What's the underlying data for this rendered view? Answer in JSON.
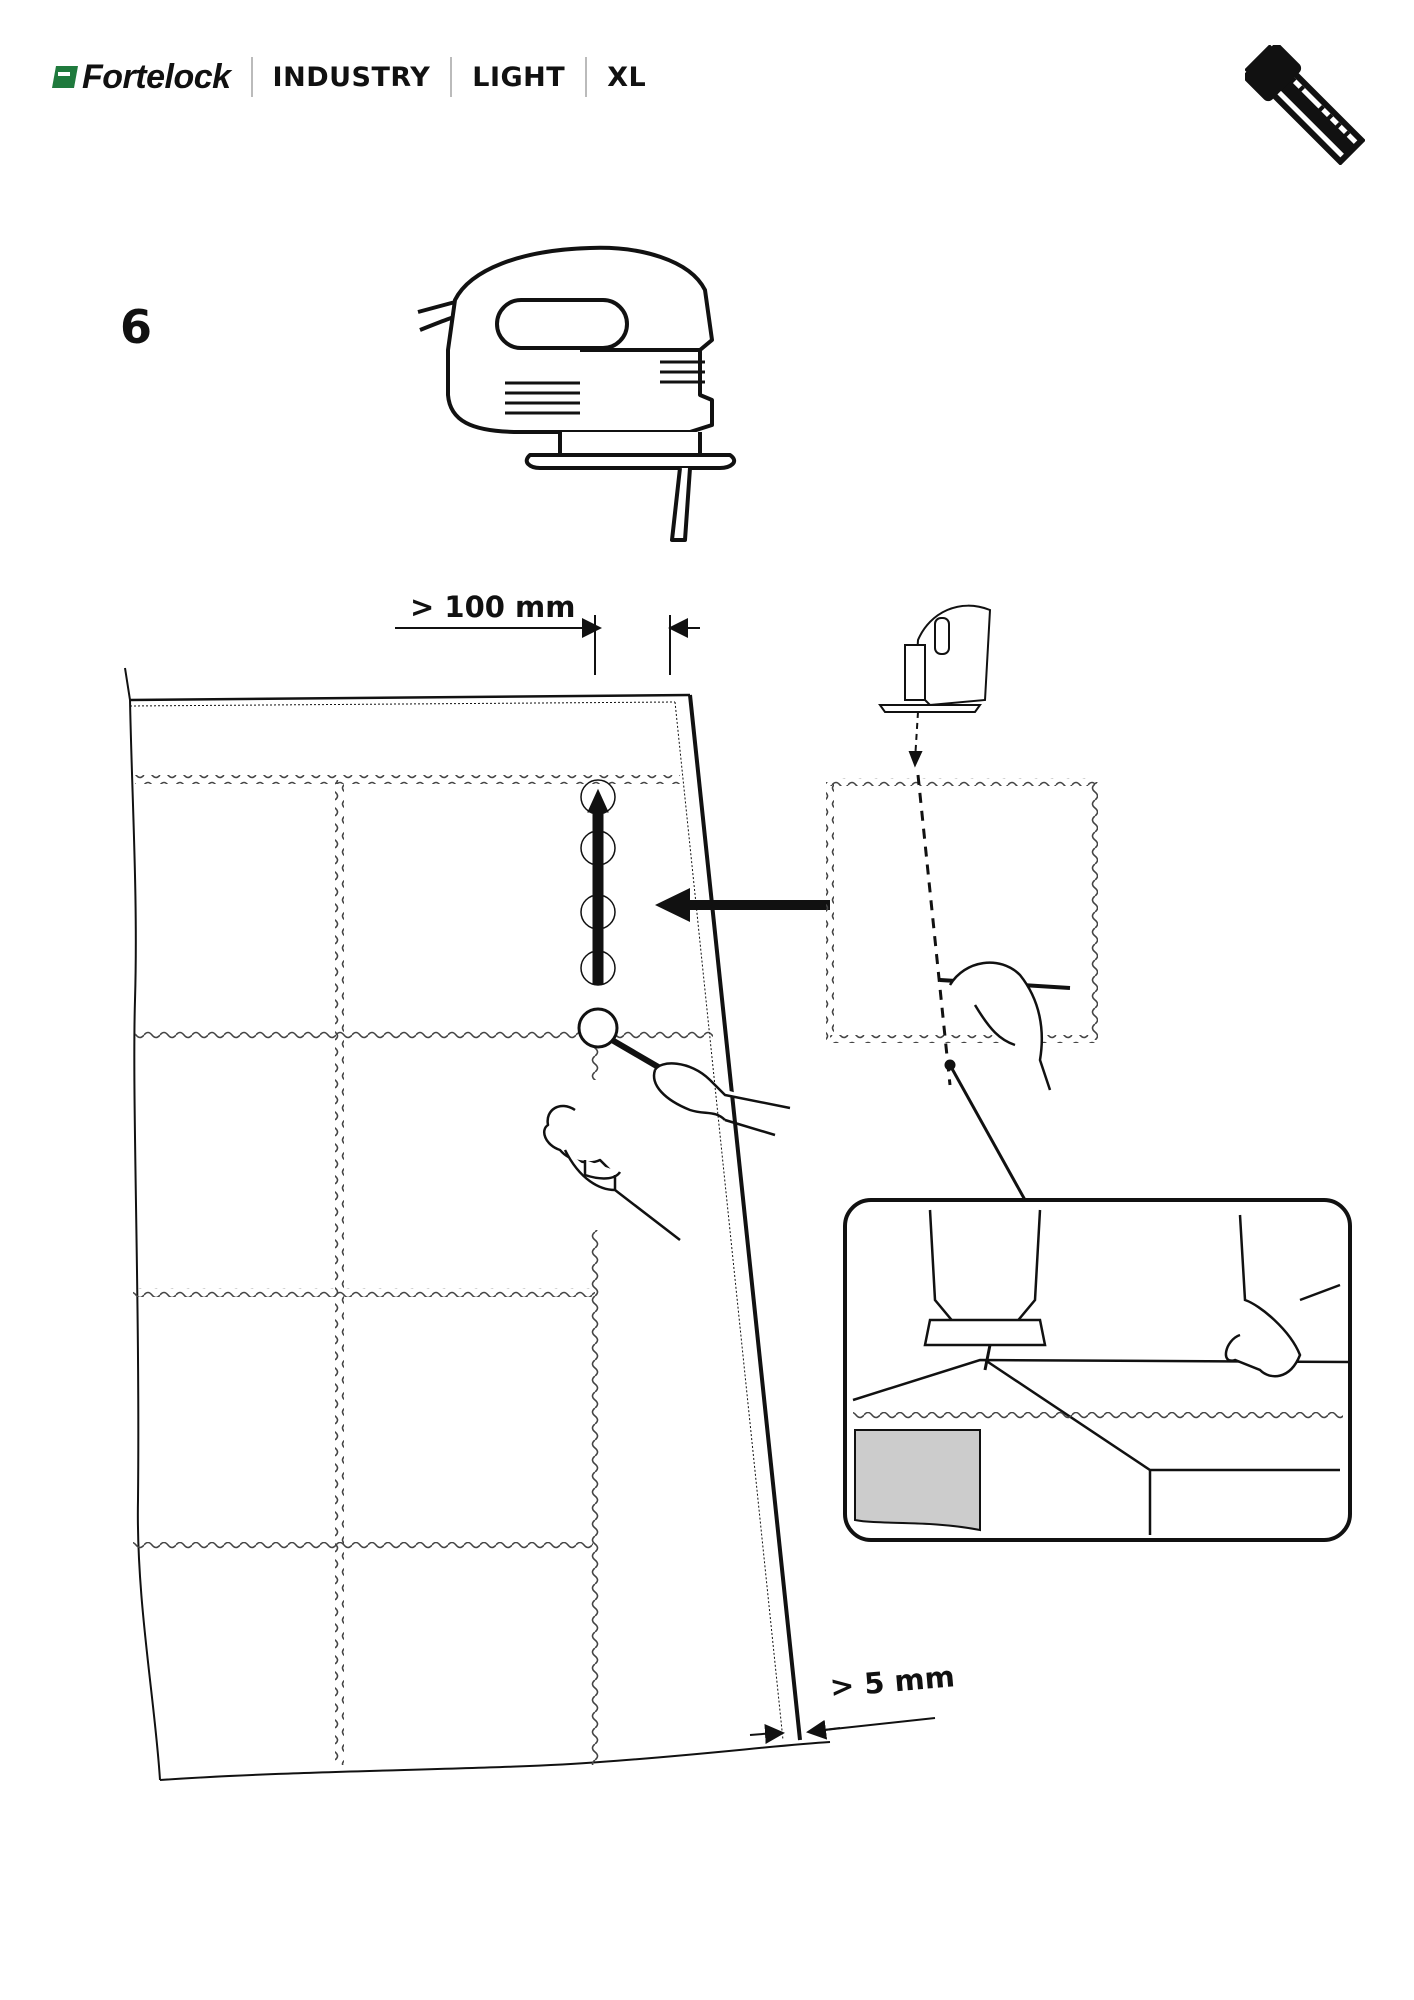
{
  "header": {
    "brand_name": "Fortelock",
    "items": [
      "INDUSTRY",
      "LIGHT",
      "XL"
    ],
    "brand_color": "#1f7a3d"
  },
  "tool_icon": "hammer-and-ruler-icon",
  "step": {
    "number": "6"
  },
  "dimensions": {
    "min_distance_label": "> 100 mm",
    "wall_gap_label": "> 5 mm"
  },
  "illustrations": [
    "jigsaw-icon",
    "tile-floor-diagram",
    "marking-hand-illustration",
    "cutting-detail-inset"
  ]
}
